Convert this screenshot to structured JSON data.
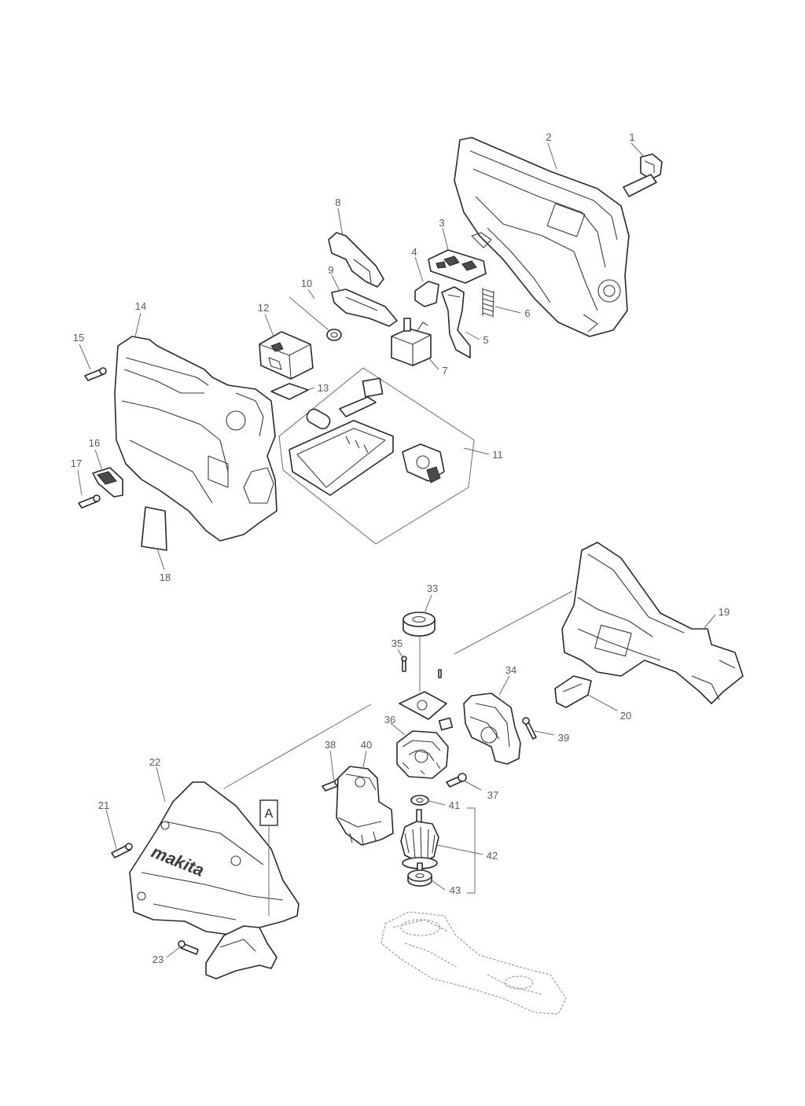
{
  "callouts": [
    "1",
    "2",
    "3",
    "4",
    "5",
    "6",
    "7",
    "8",
    "9",
    "10",
    "11",
    "12",
    "13",
    "14",
    "15",
    "16",
    "17",
    "18",
    "19",
    "20",
    "21",
    "22",
    "23",
    "33",
    "34",
    "35",
    "36",
    "37",
    "38",
    "39",
    "40",
    "41",
    "42",
    "43"
  ],
  "reference_marker": "A",
  "brand_text": "makita"
}
